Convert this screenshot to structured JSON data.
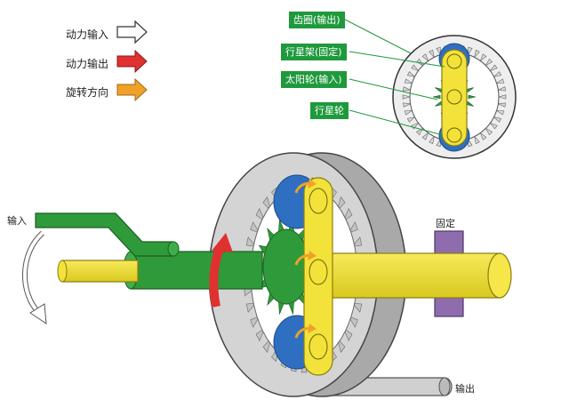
{
  "legend": {
    "items": [
      {
        "label": "动力输入",
        "arrow": "outline-arrow",
        "color": "#ffffff"
      },
      {
        "label": "动力输出",
        "arrow": "red-arrow",
        "color": "#e03131"
      },
      {
        "label": "旋转方向",
        "arrow": "orange-arrow",
        "color": "#f0a12a"
      }
    ]
  },
  "callouts": {
    "ring_gear": "齿圈(输出)",
    "carrier": "行星架(固定)",
    "sun_gear": "太阳轮(输入)",
    "planet_gear": "行星轮"
  },
  "labels": {
    "input": "输入",
    "fixed": "固定",
    "output": "输出"
  },
  "colors": {
    "input_green": "#2f9a3a",
    "carrier_yellow": "#f2e23a",
    "planet_blue": "#2f6fc2",
    "ring_gray": "#c9c9c9",
    "fixed_purple": "#8e6cae",
    "callout_green": "#1e9a3c"
  }
}
